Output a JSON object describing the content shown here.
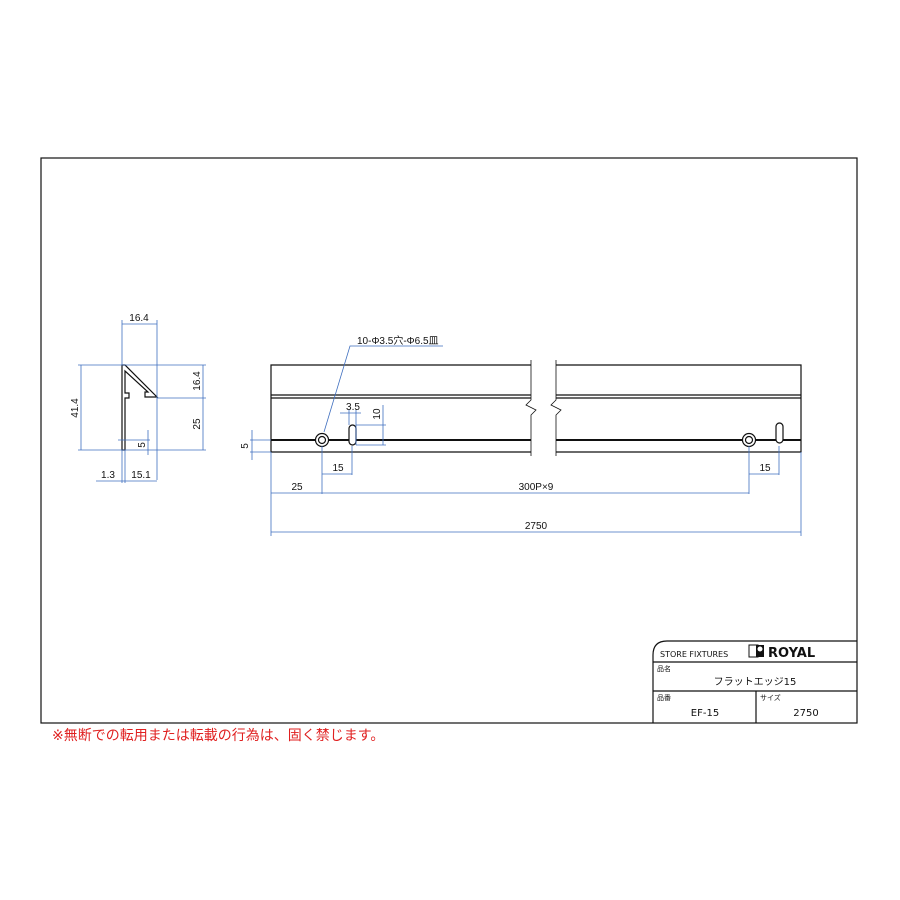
{
  "section_view": {
    "dims": {
      "top_width": "16.4",
      "height": "41.4",
      "upper_height": "16.4",
      "lower_height": "25",
      "slot_offset": "5",
      "web_thickness": "1.3",
      "flange_width": "15.1"
    }
  },
  "front_view": {
    "callout": "10-Φ3.5穴-Φ6.5皿",
    "dims": {
      "slot_width": "3.5",
      "slot_length": "10",
      "edge_offset": "5",
      "hole_to_slot_left": "15",
      "hole_to_slot_right": "15",
      "first_hole": "25",
      "pitch": "300P×9",
      "total_length": "2750"
    }
  },
  "title_block": {
    "category": "STORE FIXTURES",
    "brand": "ROYAL",
    "name_label": "品名",
    "name_value": "フラットエッジ15",
    "code_label": "品番",
    "code_value": "EF-15",
    "size_label": "サイズ",
    "size_value": "2750"
  },
  "notice": "※無断での転用または転載の行為は、固く禁じます。",
  "colors": {
    "dimension": "#3f6fbf",
    "notice": "#e02020"
  }
}
